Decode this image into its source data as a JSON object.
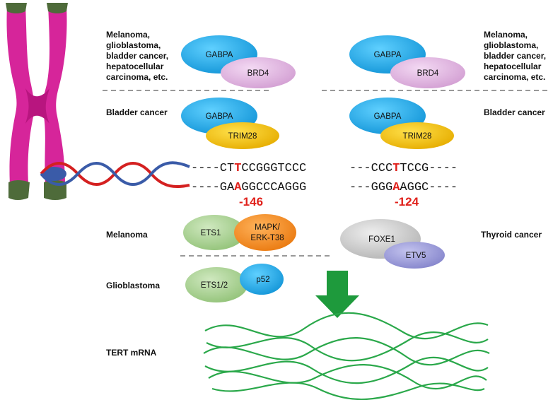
{
  "labels": {
    "top_left": [
      "Melanoma,",
      "glioblastoma,",
      "bladder cancer,",
      "hepatocellular",
      "carcinoma, etc."
    ],
    "top_right": [
      "Melanoma,",
      "glioblastoma,",
      "bladder cancer,",
      "hepatocellular",
      "carcinoma, etc."
    ],
    "bladder_left": "Bladder cancer",
    "bladder_right": "Bladder cancer",
    "melanoma": "Melanoma",
    "glioblastoma": "Glioblastoma",
    "thyroid": "Thyroid cancer",
    "tert_mrna": "TERT  mRNA"
  },
  "proteins": {
    "gabpa_1": "GABPA",
    "brd4_1": "BRD4",
    "gabpa_2": "GABPA",
    "brd4_2": "BRD4",
    "gabpa_3": "GABPA",
    "trim28_3": "TRIM28",
    "gabpa_4": "GABPA",
    "trim28_4": "TRIM28",
    "ets1": "ETS1",
    "mapk_line1": "MAPK/",
    "mapk_line2": "ERK-T38",
    "foxe1": "FOXE1",
    "etv5": "ETV5",
    "ets12": "ETS1/2",
    "p52": "p52"
  },
  "sequence": {
    "left_top_pre": "----CT",
    "left_top_mut": "T",
    "left_top_post": "CCGGGTCCC",
    "left_bot_pre": "----GA",
    "left_bot_mut": "A",
    "left_bot_post": "GGCCCAGGG",
    "right_top_pre": "---CCC",
    "right_top_mut": "T",
    "right_top_post": "TCCG----",
    "right_bot_pre": "---GGG",
    "right_bot_mut": "A",
    "right_bot_post": "AGGC----",
    "pos_left": "-146",
    "pos_right": "-124"
  },
  "colors": {
    "gabpa": "#1ba9e8",
    "brd4": "#e0b3e0",
    "trim28": "#f5c400",
    "ets": "#a9d18e",
    "mapk": "#f58a1f",
    "foxe1": "#c8c8c8",
    "etv5": "#9b9bd8",
    "p52": "#1ba9e8",
    "chromosome": "#d6259a",
    "telomere": "#4e6b3a",
    "dna_red": "#d42020",
    "dna_blue": "#3a5ba8",
    "arrow": "#1e9a3c",
    "mrna": "#2aa84a",
    "mutation": "#e0201a"
  }
}
